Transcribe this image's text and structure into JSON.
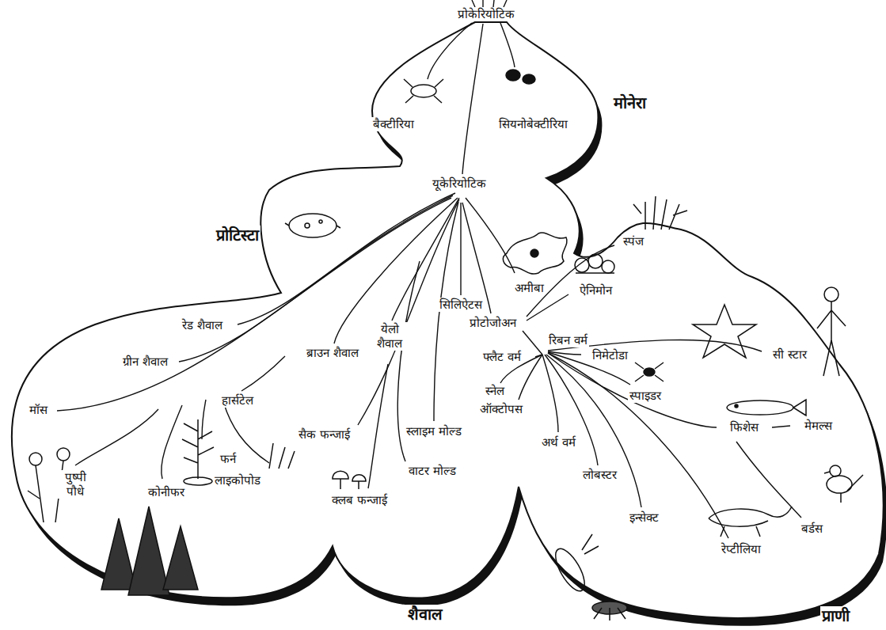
{
  "diagram": {
    "labels": [
      "प्रोकेरियोटिक",
      "बैक्टीरिया",
      "सियनोबेक्टीरिया",
      "मोनेरा",
      "यूकेरियोटिक",
      "प्रोटिस्टा",
      "अमीबा",
      "सिलिऐटस",
      "प्रोटोजोअन",
      "रेड शैवाल",
      "येलो शैवाल",
      "ब्राउन शैवाल",
      "ग्रीन शैवाल",
      "स्पंज",
      "ऐनिमोन",
      "रिबन वर्म",
      "निमेटोडा",
      "फ्लैट वर्म",
      "मॉस",
      "हार्सटेल",
      "स्नेल",
      "ऑक्टोपस",
      "सी स्टार",
      "स्पाइडर",
      "सैक फन्जाई",
      "स्लाइम मोल्ड",
      "फिशेस",
      "मेमल्स",
      "अर्थ वर्म",
      "फर्न",
      "वाटर मोल्ड",
      "लोबस्टर",
      "लाइकोपोड",
      "पुष्पी पौधे",
      "कोनीफर",
      "क्लब फन्जाई",
      "इन्सेक्ट",
      "रेप्टीलिया",
      "बर्डस",
      "शैवाल",
      "प्राणी"
    ]
  }
}
